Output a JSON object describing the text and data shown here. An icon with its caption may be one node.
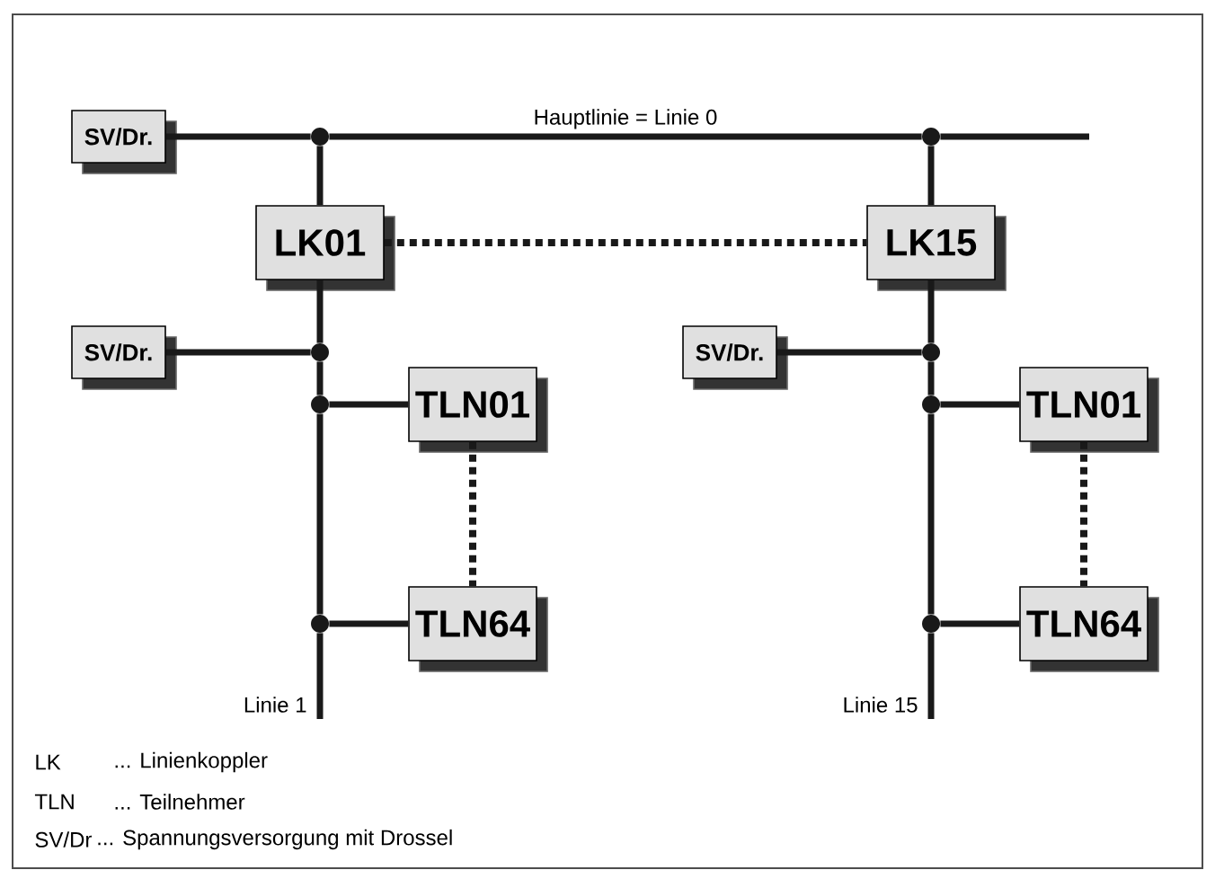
{
  "diagram": {
    "nodes": [
      {
        "text": [
          "SV/Dr."
        ]
      },
      {
        "text": [],
        "shape": "circle"
      },
      {
        "text": [],
        "shape": "circle"
      },
      {
        "text": [
          "LK01"
        ]
      },
      {
        "text": [
          "LK15"
        ]
      },
      {
        "text": [
          "SV/Dr."
        ]
      },
      {
        "text": [],
        "shape": "circle"
      },
      {
        "text": [],
        "shape": "circle"
      },
      {
        "text": [
          "TLN01"
        ]
      },
      {
        "text": [],
        "shape": "circle"
      },
      {
        "text": [
          "TLN64"
        ]
      },
      {
        "text": [
          "SV/Dr."
        ]
      },
      {
        "text": [],
        "shape": "circle"
      },
      {
        "text": [],
        "shape": "circle"
      },
      {
        "text": [
          "TLN01"
        ]
      },
      {
        "text": [],
        "shape": "circle"
      },
      {
        "text": [
          "TLN64"
        ]
      }
    ],
    "edges": [
      {
        "from": 0,
        "to": 1,
        "arrow": "none"
      },
      {
        "from": 1,
        "to": 2,
        "arrow": "none",
        "label": "Hauptlinie = Linie 0"
      },
      {
        "from": 2,
        "to": null,
        "arrow": "none"
      },
      {
        "from": 1,
        "to": 3,
        "arrow": "none"
      },
      {
        "from": 2,
        "to": 4,
        "arrow": "none"
      },
      {
        "from": 3,
        "to": 4,
        "arrow": "none",
        "style": "dashed"
      },
      {
        "from": 3,
        "to": 6,
        "arrow": "none"
      },
      {
        "from": 5,
        "to": 6,
        "arrow": "none"
      },
      {
        "from": 6,
        "to": 7,
        "arrow": "none"
      },
      {
        "from": 7,
        "to": 8,
        "arrow": "none"
      },
      {
        "from": 7,
        "to": 9,
        "arrow": "none"
      },
      {
        "from": 9,
        "to": 10,
        "arrow": "none"
      },
      {
        "from": 9,
        "to": null,
        "arrow": "none"
      },
      {
        "from": 8,
        "to": 10,
        "arrow": "none",
        "style": "dashed"
      },
      {
        "from": 4,
        "to": 12,
        "arrow": "none"
      },
      {
        "from": 11,
        "to": 12,
        "arrow": "none"
      },
      {
        "from": 12,
        "to": 13,
        "arrow": "none"
      },
      {
        "from": 13,
        "to": 14,
        "arrow": "none"
      },
      {
        "from": 13,
        "to": 15,
        "arrow": "none"
      },
      {
        "from": 15,
        "to": 16,
        "arrow": "none"
      },
      {
        "from": 15,
        "to": null,
        "arrow": "none"
      },
      {
        "from": 14,
        "to": 16,
        "arrow": "none",
        "style": "dashed"
      }
    ],
    "labels": [
      "Linie 1",
      "Linie 15",
      "LK",
      "... Linienkoppler",
      "TLN",
      "... Teilnehmer",
      "SV/Dr",
      "... Spannungsversorgung mit Drossel"
    ]
  }
}
